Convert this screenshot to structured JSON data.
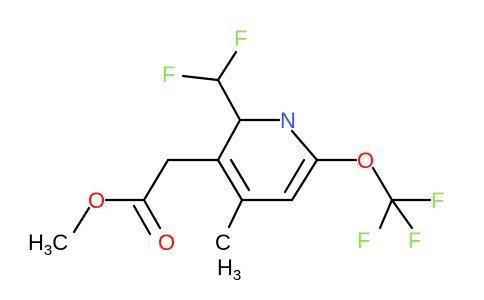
{
  "molecule": {
    "atoms": {
      "F_top": "F",
      "F_left": "F",
      "N_ring": "N",
      "O_ether": "O",
      "F_cf3_right": "F",
      "F_cf3_left": "F",
      "F_cf3_bottom": "F",
      "O_ester": "O",
      "O_carbonyl": "O",
      "methoxy_prefix": "H",
      "methoxy_sub": "3",
      "methoxy_suffix": "C",
      "methyl_prefix": "C",
      "methyl_suffix": "H",
      "methyl_sub": "3"
    },
    "colors": {
      "bond": "#000000",
      "nitrogen": "#3050F8",
      "oxygen": "#FF0D0D",
      "fluorine": "#90E050",
      "carbon": "#000000"
    }
  }
}
